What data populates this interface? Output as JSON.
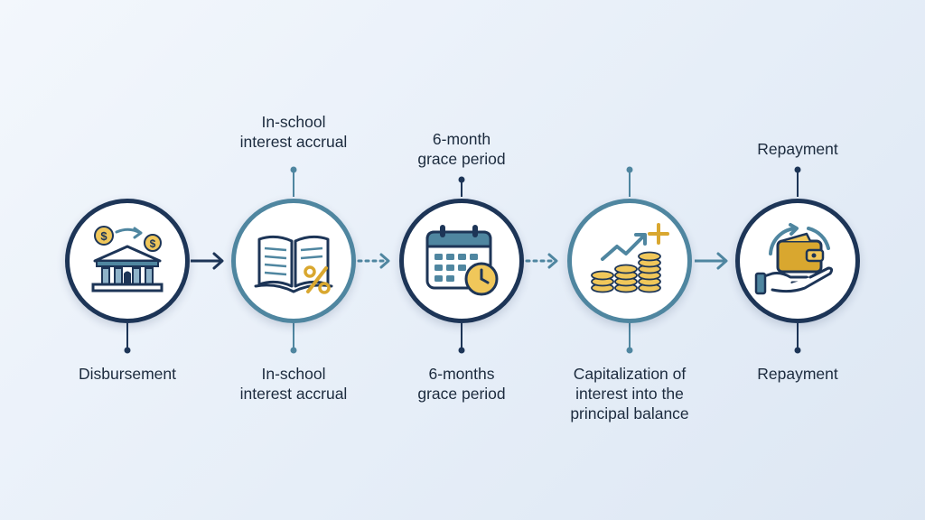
{
  "stages": [
    {
      "id": "disbursement",
      "top_label": "",
      "bottom_label": "Disbursement",
      "icon": "bank-money-icon"
    },
    {
      "id": "in-school",
      "top_label": "In-school\ninterest accrual",
      "bottom_label": "In-school\ninterest accrual",
      "icon": "book-percent-icon"
    },
    {
      "id": "grace",
      "top_label": "6-month\ngrace period",
      "bottom_label": "6-months\ngrace period",
      "icon": "calendar-clock-icon"
    },
    {
      "id": "capitalization",
      "top_label": "",
      "bottom_label": "Capitalization of\ninterest into the\nprincipal balance",
      "icon": "coins-growth-icon"
    },
    {
      "id": "repayment",
      "top_label": "Repayment",
      "bottom_label": "Repayment",
      "icon": "wallet-hand-icon"
    }
  ],
  "connectors": [
    {
      "from": "disbursement",
      "to": "in-school",
      "style": "solid"
    },
    {
      "from": "in-school",
      "to": "grace",
      "style": "dotted"
    },
    {
      "from": "grace",
      "to": "capitalization",
      "style": "dotted"
    },
    {
      "from": "capitalization",
      "to": "repayment",
      "style": "solid"
    }
  ],
  "colors": {
    "navy": "#1d3557",
    "teal": "#4f86a0",
    "gold": "#d9a72f",
    "gold_light": "#f0c75a"
  }
}
